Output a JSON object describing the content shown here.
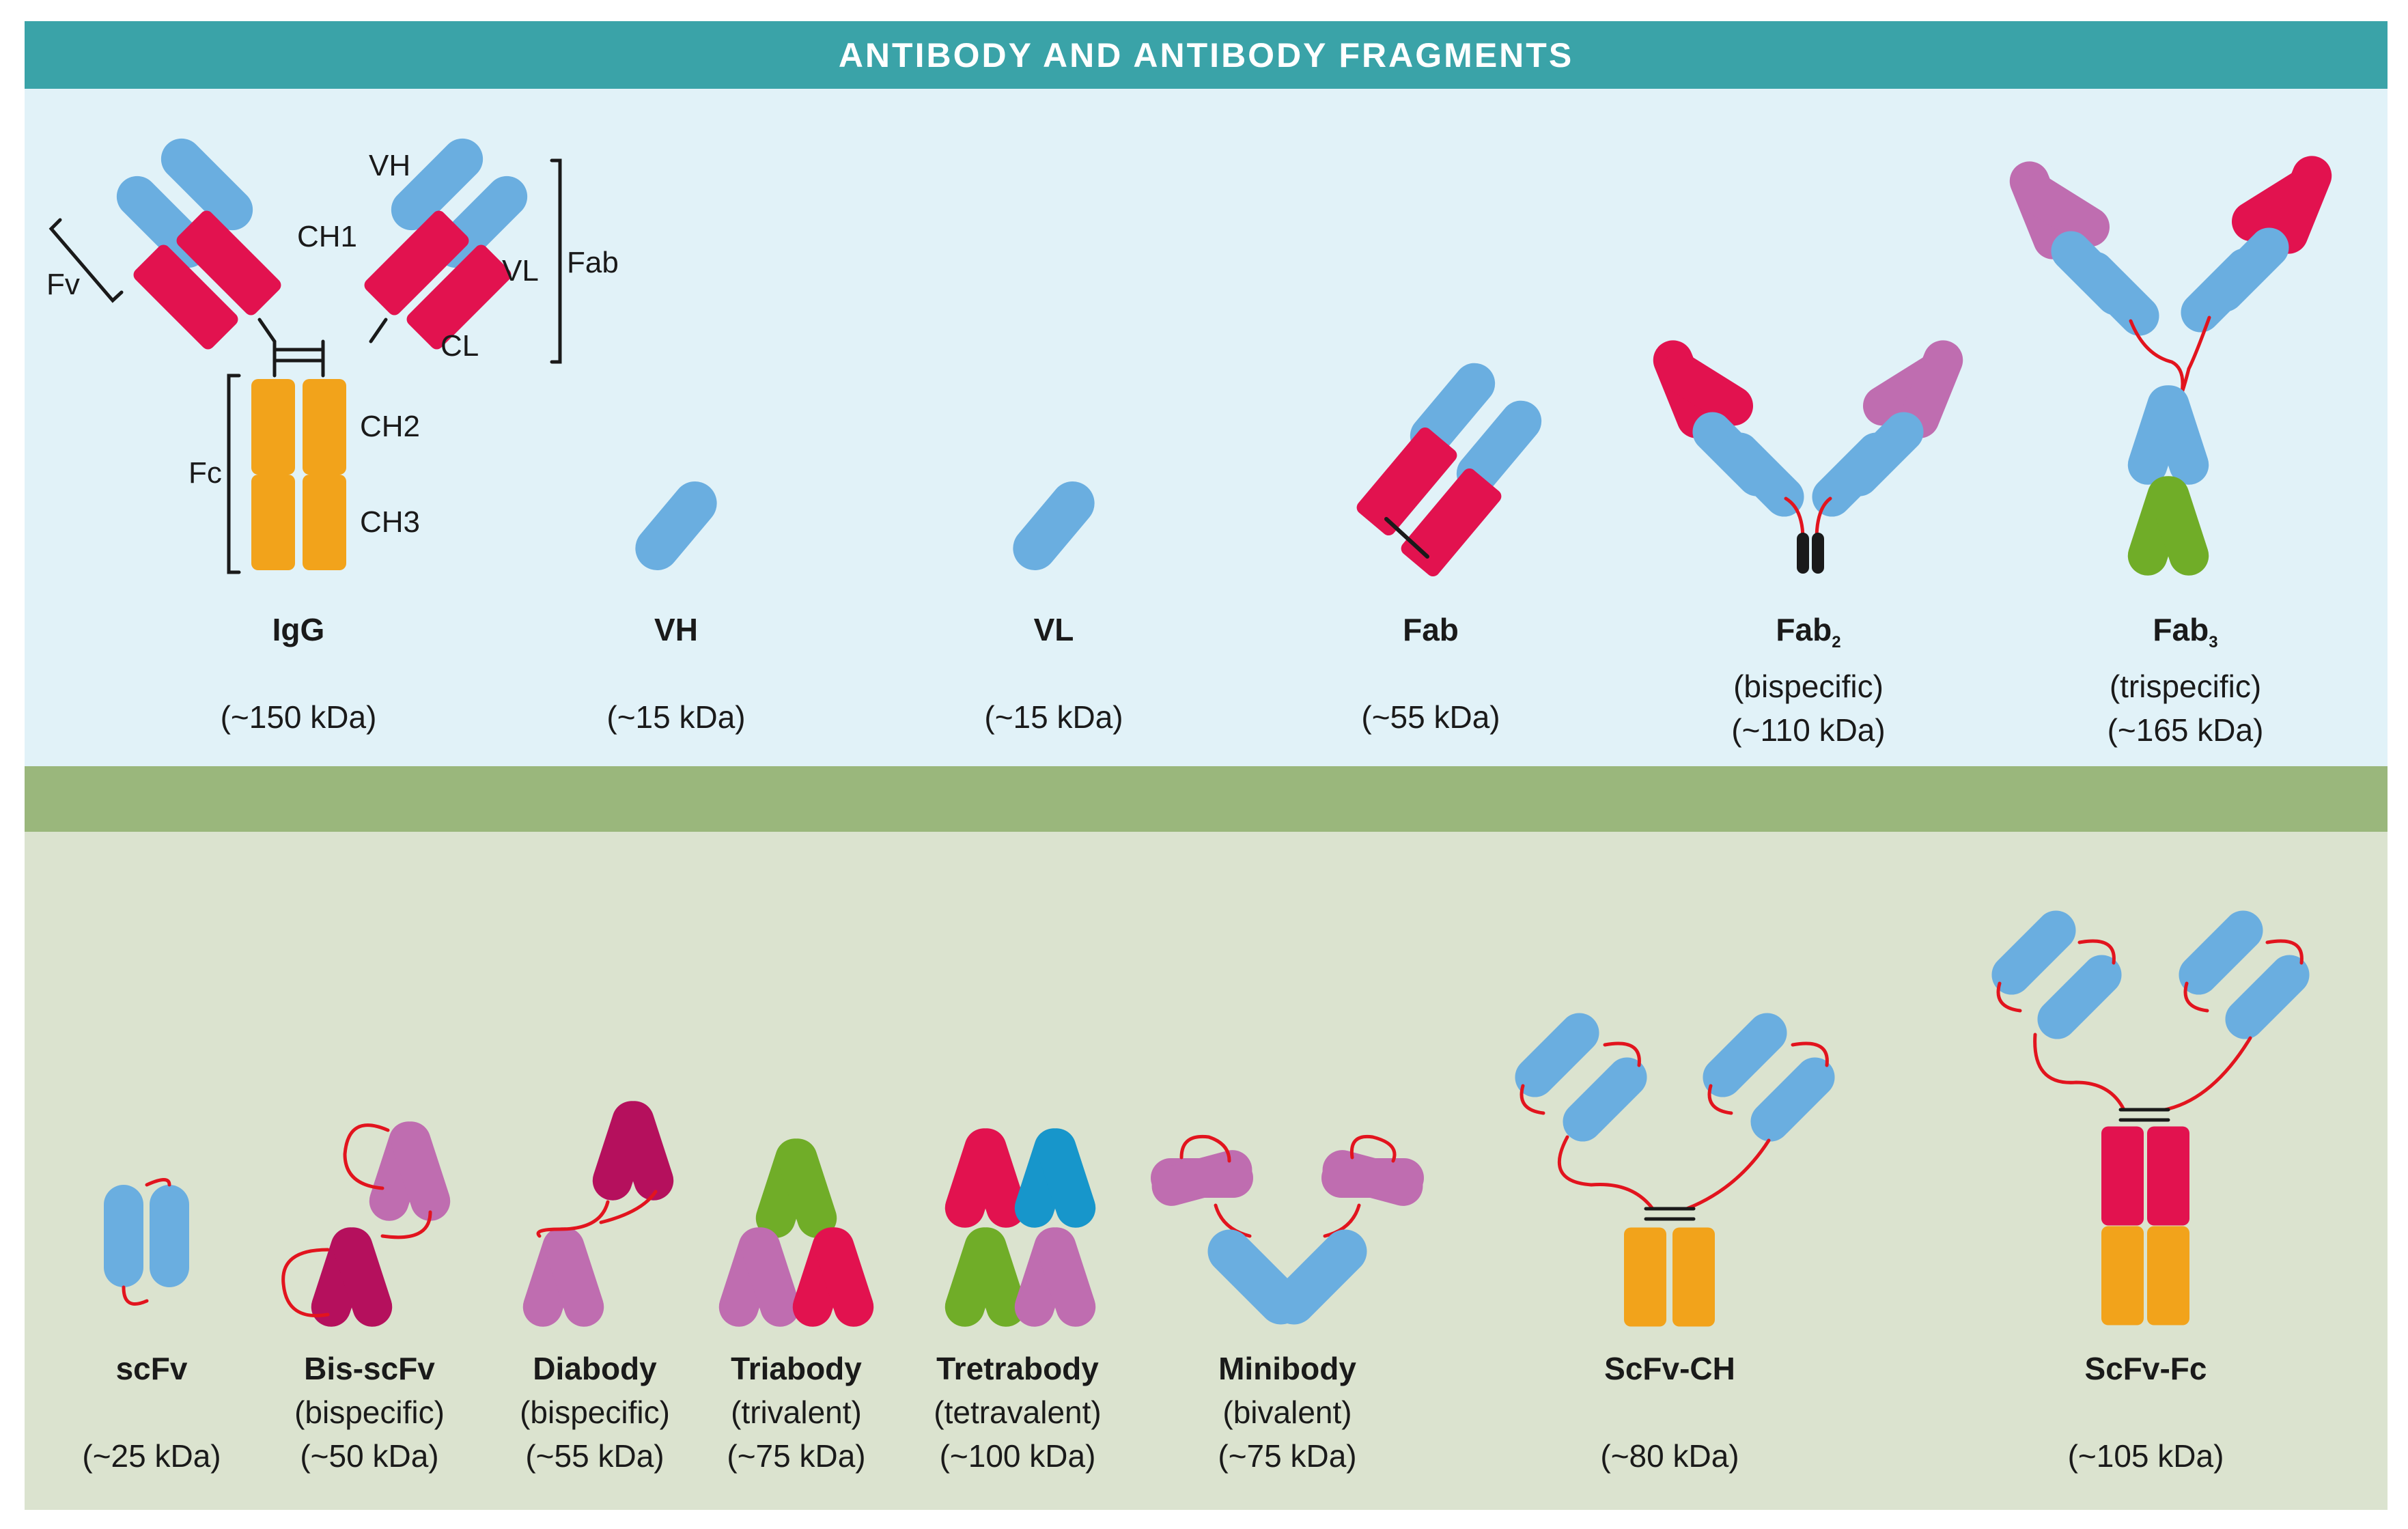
{
  "title": "ANTIBODY  AND ANTIBODY FRAGMENTS",
  "colors": {
    "title_band": "#3aa3a8",
    "top_panel": "#e1f2f8",
    "mid_band": "#9ab77c",
    "bottom_panel": "#dbe3cf",
    "variable_domain": "#6aaee0",
    "constant_light_heavy": "#e2124f",
    "fc_domain": "#f2a31b",
    "second_specificity": "#bf6db0",
    "third_specificity": "#b5105d",
    "green_domain": "#70ad28",
    "cyan_domain": "#1796cb",
    "linker": "#e2141e",
    "hinge": "#1a1a1a"
  },
  "igg_domain_labels": {
    "vh": "VH",
    "ch1": "CH1",
    "vl": "VL",
    "fab": "Fab",
    "fv": "Fv",
    "cl": "CL",
    "ch2": "CH2",
    "ch3": "CH3",
    "fc": "Fc"
  },
  "top_row": [
    {
      "name": "IgG",
      "sub": "",
      "desc": "",
      "mass": "(~150 kDa)"
    },
    {
      "name": "VH",
      "sub": "",
      "desc": "",
      "mass": "(~15 kDa)"
    },
    {
      "name": "VL",
      "sub": "",
      "desc": "",
      "mass": "(~15 kDa)"
    },
    {
      "name": "Fab",
      "sub": "",
      "desc": "",
      "mass": "(~55 kDa)"
    },
    {
      "name": "Fab",
      "sub": "2",
      "desc": "(bispecific)",
      "mass": "(~110 kDa)"
    },
    {
      "name": "Fab",
      "sub": "3",
      "desc": "(trispecific)",
      "mass": "(~165 kDa)"
    }
  ],
  "bottom_row": [
    {
      "name": "scFv",
      "desc": "",
      "mass": "(~25 kDa)"
    },
    {
      "name": "Bis-scFv",
      "desc": "(bispecific)",
      "mass": "(~50 kDa)"
    },
    {
      "name": "Diabody",
      "desc": "(bispecific)",
      "mass": "(~55 kDa)"
    },
    {
      "name": "Triabody",
      "desc": "(trivalent)",
      "mass": "(~75 kDa)"
    },
    {
      "name": "Tretrabody",
      "desc": "(tetravalent)",
      "mass": "(~100 kDa)"
    },
    {
      "name": "Minibody",
      "desc": "(bivalent)",
      "mass": "(~75 kDa)"
    },
    {
      "name": "ScFv-CH",
      "desc": "",
      "mass": "(~80 kDa)"
    },
    {
      "name": "ScFv-Fc",
      "desc": "",
      "mass": "(~105 kDa)"
    }
  ]
}
